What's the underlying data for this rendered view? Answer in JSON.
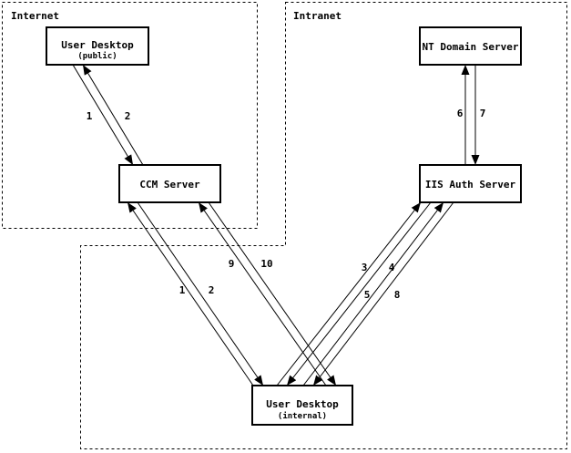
{
  "diagram": {
    "colors": {
      "background": "#ffffff",
      "line": "#000000",
      "text": "#000000"
    },
    "regions": [
      {
        "label": "Internet"
      },
      {
        "label": "Intranet"
      }
    ],
    "nodes": [
      {
        "label": "User Desktop",
        "sublabel": "(public)"
      },
      {
        "label": "NT Domain Server"
      },
      {
        "label": "CCM Server"
      },
      {
        "label": "IIS Auth Server"
      },
      {
        "label": "User Desktop",
        "sublabel": "(internal)"
      }
    ],
    "edges": [
      {
        "label": "1"
      },
      {
        "label": "2"
      },
      {
        "label": "1"
      },
      {
        "label": "2"
      },
      {
        "label": "9"
      },
      {
        "label": "10"
      },
      {
        "label": "3"
      },
      {
        "label": "4"
      },
      {
        "label": "5"
      },
      {
        "label": "8"
      },
      {
        "label": "6"
      },
      {
        "label": "7"
      }
    ]
  }
}
